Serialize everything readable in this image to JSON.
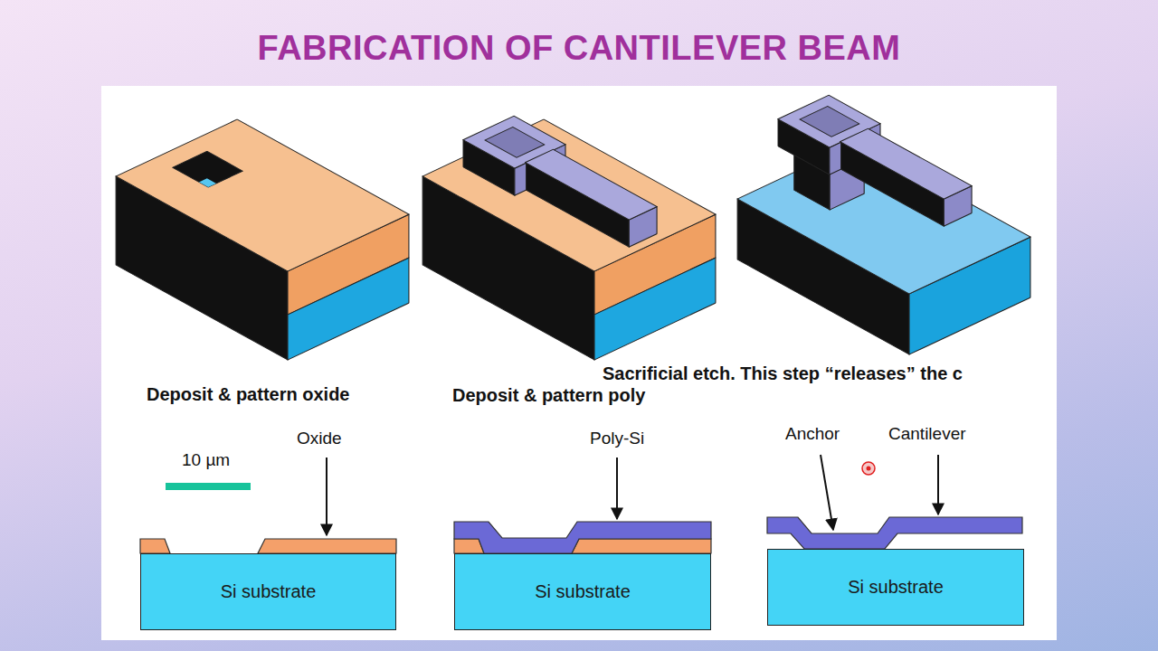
{
  "diagram": {
    "title": "FABRICATION OF CANTILEVER BEAM",
    "nodes": [
      {
        "text": [
          "Si substrate"
        ]
      },
      {
        "text": [
          "Si substrate"
        ]
      },
      {
        "text": [
          "Si substrate"
        ]
      }
    ],
    "labels": [
      "Deposit & pattern oxide",
      "Deposit & pattern poly",
      "Sacrificial etch. This step “releases” the c",
      "10 µm",
      "Oxide",
      "Poly-Si",
      "Anchor",
      "Cantilever"
    ]
  }
}
